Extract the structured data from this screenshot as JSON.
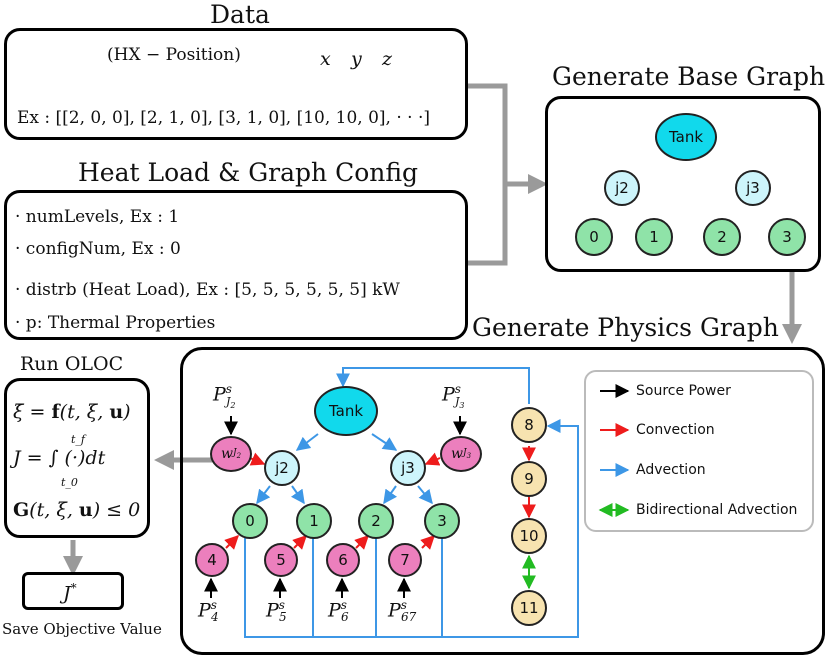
{
  "data_box": {
    "title": "Data",
    "subtitle": "(HX − Position)",
    "axes": [
      "x",
      "y",
      "z"
    ],
    "example": "Ex : [[2, 0, 0], [2, 1, 0], [3, 1, 0], [10, 10, 0], · · ·]"
  },
  "config_box": {
    "title": "Heat Load & Graph Config",
    "items": [
      "· numLevels,  Ex : 1",
      "· configNum,  Ex : 0",
      "· distrb (Heat Load),  Ex : [5, 5, 5, 5, 5, 5] kW",
      "· p: Thermal Properties"
    ]
  },
  "base_graph": {
    "title": "Generate Base Graph",
    "nodes": [
      "Tank",
      "j2",
      "j3",
      "0",
      "1",
      "2",
      "3"
    ]
  },
  "physics_graph": {
    "title": "Generate Physics Graph",
    "main_nodes": [
      "Tank",
      "j2",
      "j3",
      "0",
      "1",
      "2",
      "3"
    ],
    "fluid_nodes": [
      "8",
      "9",
      "10",
      "11"
    ],
    "heater_nodes": [
      "4",
      "5",
      "6",
      "7"
    ],
    "wall_nodes": [
      "w_J2",
      "w_J3"
    ],
    "source_labels": [
      "P^s_J2",
      "P^s_J3",
      "P^s_4",
      "P^s_5",
      "P^s_6",
      "P^s_67"
    ],
    "legend": [
      {
        "label": "Source Power",
        "color": "#000000"
      },
      {
        "label": "Convection",
        "color": "#ee1c1c"
      },
      {
        "label": "Advection",
        "color": "#3d97e6"
      },
      {
        "label": "Bidirectional Advection",
        "color": "#22bb22"
      }
    ]
  },
  "oloc": {
    "title": "Run OLOC",
    "equations": [
      "ξ̇ = f(t, ξ, u)",
      "J = ∫ (·)dt",
      "G(t, ξ, u) ≤ 0"
    ],
    "integral_limits": [
      "t_f",
      "t_0"
    ]
  },
  "result": {
    "label": "J*",
    "caption": "Save Objective Value"
  },
  "colors": {
    "tank": "#11d9ec",
    "junction": "#cdf5fb",
    "hx": "#8fe3a8",
    "fluid": "#f7e3b0",
    "heater": "#ec7fbd",
    "flow_arrow": "#9a9a9a"
  }
}
